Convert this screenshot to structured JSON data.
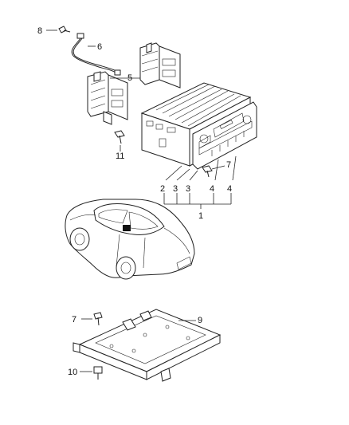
{
  "callouts": {
    "c1": "1",
    "c2": "2",
    "c3a": "3",
    "c3b": "3",
    "c4a": "4",
    "c4b": "4",
    "c5": "5",
    "c6": "6",
    "c7a": "7",
    "c7b": "7",
    "c8": "8",
    "c9": "9",
    "c10": "10",
    "c11": "11"
  }
}
